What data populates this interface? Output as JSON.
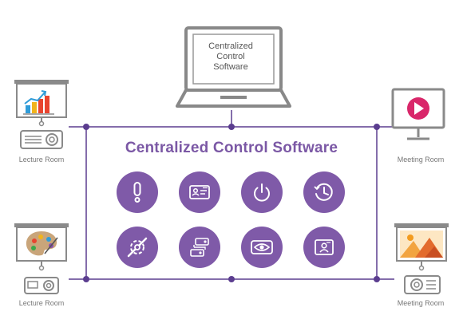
{
  "laptop": {
    "screen_text_lines": [
      "Centralized",
      "Control",
      "Software"
    ]
  },
  "main_title": "Centralized Control Software",
  "feature_icons": [
    {
      "name": "alert-icon"
    },
    {
      "name": "id-card-icon"
    },
    {
      "name": "power-icon"
    },
    {
      "name": "schedule-icon"
    },
    {
      "name": "settings-wrench-icon"
    },
    {
      "name": "network-devices-icon"
    },
    {
      "name": "eye-display-icon"
    },
    {
      "name": "user-display-icon"
    }
  ],
  "rooms": {
    "top_left": "Lecture Room",
    "bottom_left": "Lecture Room",
    "top_right": "Meeting Room",
    "bottom_right": "Meeting Room"
  },
  "colors": {
    "accent": "#7f5aa8",
    "line": "#5b3d8f",
    "device_gray": "#8a8a8a"
  }
}
